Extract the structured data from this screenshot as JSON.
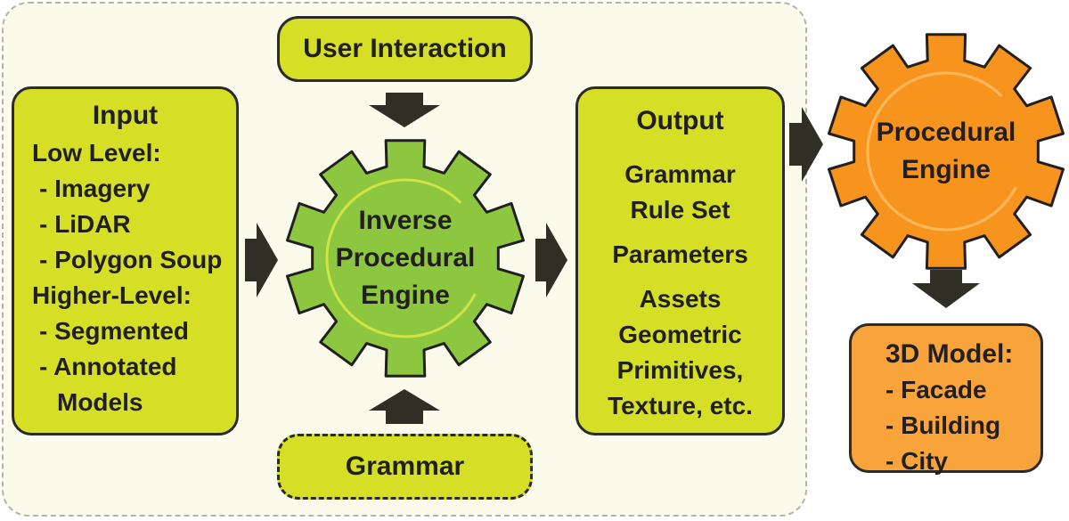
{
  "user_interaction": "User Interaction",
  "grammar_input": "Grammar",
  "input": {
    "title": "Input",
    "low_level": "Low Level:",
    "low_items": [
      "- Imagery",
      "- LiDAR",
      "- Polygon Soup"
    ],
    "high_level": "Higher-Level:",
    "high_items": [
      "- Segmented",
      "- Annotated",
      "Models"
    ]
  },
  "inverse_engine": [
    "Inverse",
    "Procedural",
    "Engine"
  ],
  "output": {
    "title": "Output",
    "grammar": "Grammar",
    "rule_set": "Rule Set",
    "parameters": "Parameters",
    "assets": "Assets",
    "asset_lines": [
      "Geometric",
      "Primitives,",
      "Texture, etc."
    ]
  },
  "procedural_engine": [
    "Procedural",
    "Engine"
  ],
  "model": {
    "title": "3D Model:",
    "items": [
      "- Facade",
      "- Building",
      "- City"
    ]
  },
  "colors": {
    "lime": "#d4df26",
    "green_gear": "#8dc63f",
    "orange_gear": "#f7941d",
    "orange_box": "#f9a43a",
    "arrow": "#2f2f25"
  }
}
